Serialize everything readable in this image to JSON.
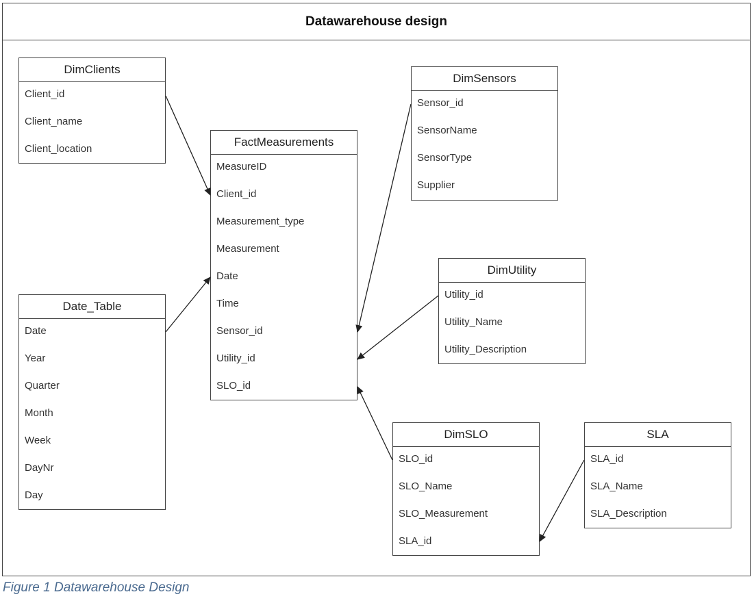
{
  "diagram": {
    "title": "Datawarehouse design",
    "caption": "Figure 1 Datawarehouse Design",
    "entities": {
      "dim_clients": {
        "name": "DimClients",
        "fields": [
          "Client_id",
          "Client_name",
          "Client_location"
        ]
      },
      "date_table": {
        "name": "Date_Table",
        "fields": [
          "Date",
          "Year",
          "Quarter",
          "Month",
          "Week",
          "DayNr",
          "Day"
        ]
      },
      "fact_measurements": {
        "name": "FactMeasurements",
        "fields": [
          "MeasureID",
          "Client_id",
          "Measurement_type",
          "Measurement",
          "Date",
          "Time",
          "Sensor_id",
          "Utility_id",
          "SLO_id"
        ]
      },
      "dim_sensors": {
        "name": "DimSensors",
        "fields": [
          "Sensor_id",
          "SensorName",
          "SensorType",
          "Supplier"
        ]
      },
      "dim_utility": {
        "name": "DimUtility",
        "fields": [
          "Utility_id",
          "Utility_Name",
          "Utility_Description"
        ]
      },
      "dim_slo": {
        "name": "DimSLO",
        "fields": [
          "SLO_id",
          "SLO_Name",
          "SLO_Measurement",
          "SLA_id"
        ]
      },
      "sla": {
        "name": "SLA",
        "fields": [
          "SLA_id",
          "SLA_Name",
          "SLA_Description"
        ]
      }
    },
    "relationships": [
      {
        "from": "dim_clients",
        "to": "fact_measurements"
      },
      {
        "from": "date_table",
        "to": "fact_measurements"
      },
      {
        "from": "dim_sensors",
        "to": "fact_measurements"
      },
      {
        "from": "dim_utility",
        "to": "fact_measurements"
      },
      {
        "from": "dim_slo",
        "to": "fact_measurements"
      },
      {
        "from": "sla",
        "to": "dim_slo"
      }
    ]
  }
}
